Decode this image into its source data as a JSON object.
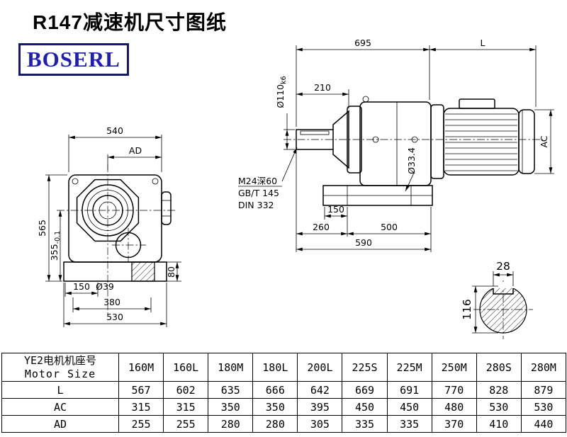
{
  "page": {
    "title": "R147减速机尺寸图纸",
    "logo": "BOSERL"
  },
  "colors": {
    "logo_text": "#1f1fb4",
    "logo_border": "#16166a",
    "drawing_line": "#000000"
  },
  "front_view": {
    "dim_width_top": "540",
    "dim_ad": "AD",
    "dim_height": "565",
    "dim_center_height": "355",
    "dim_center_height_tol": "-0.1",
    "dim_base_height": "80",
    "dim_150": "150",
    "dim_shaft_hole": "Ø39",
    "dim_380": "380",
    "dim_530": "530"
  },
  "side_view": {
    "dim_695": "695",
    "dim_motor_length": "L",
    "dim_shaft_length": "210",
    "dim_shaft_dia": "Ø110",
    "dim_shaft_fit": "k6",
    "note_tap": "M24深60",
    "note_gb": "GB/T 145",
    "note_din": "DIN 332",
    "dim_hole": "Ø33.4",
    "dim_foot_pad": "150",
    "dim_260": "260",
    "dim_500": "500",
    "dim_590": "590",
    "dim_ac": "AC"
  },
  "section_view": {
    "dim_key_width": "28",
    "dim_shaft_dia": "116"
  },
  "table": {
    "header_cn": "YE2电机机座号",
    "header_en": "Motor Size",
    "columns": [
      "160M",
      "160L",
      "180M",
      "180L",
      "200L",
      "225S",
      "225M",
      "250M",
      "280S",
      "280M"
    ],
    "rows": [
      {
        "label": "L",
        "values": [
          "567",
          "602",
          "635",
          "666",
          "642",
          "669",
          "691",
          "770",
          "828",
          "879"
        ]
      },
      {
        "label": "AC",
        "values": [
          "315",
          "315",
          "350",
          "350",
          "395",
          "450",
          "450",
          "480",
          "530",
          "530"
        ]
      },
      {
        "label": "AD",
        "values": [
          "255",
          "255",
          "280",
          "280",
          "305",
          "335",
          "335",
          "370",
          "410",
          "440"
        ]
      }
    ]
  }
}
